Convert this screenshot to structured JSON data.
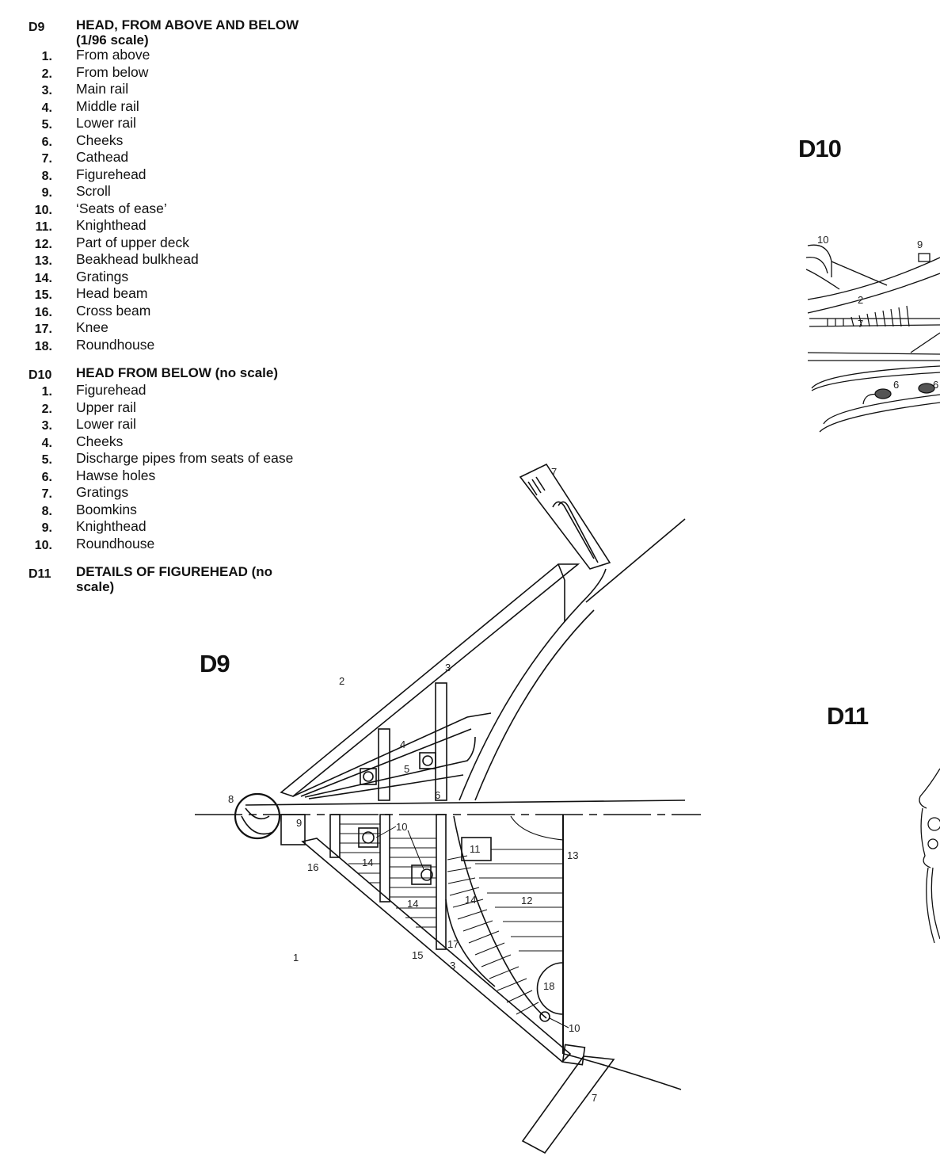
{
  "legend": {
    "sections": [
      {
        "code": "D9",
        "title": "HEAD, FROM ABOVE AND BELOW (1/96 scale)",
        "items": [
          {
            "num": "1.",
            "label": "From above"
          },
          {
            "num": "2.",
            "label": "From below"
          },
          {
            "num": "3.",
            "label": "Main rail"
          },
          {
            "num": "4.",
            "label": "Middle rail"
          },
          {
            "num": "5.",
            "label": "Lower rail"
          },
          {
            "num": "6.",
            "label": "Cheeks"
          },
          {
            "num": "7.",
            "label": "Cathead"
          },
          {
            "num": "8.",
            "label": "Figurehead"
          },
          {
            "num": "9.",
            "label": "Scroll"
          },
          {
            "num": "10.",
            "label": "‘Seats of ease’"
          },
          {
            "num": "11.",
            "label": "Knighthead"
          },
          {
            "num": "12.",
            "label": "Part of upper deck"
          },
          {
            "num": "13.",
            "label": "Beakhead bulkhead"
          },
          {
            "num": "14.",
            "label": "Gratings"
          },
          {
            "num": "15.",
            "label": "Head beam"
          },
          {
            "num": "16.",
            "label": "Cross beam"
          },
          {
            "num": "17.",
            "label": "Knee"
          },
          {
            "num": "18.",
            "label": "Roundhouse"
          }
        ]
      },
      {
        "code": "D10",
        "title": "HEAD FROM BELOW (no scale)",
        "items": [
          {
            "num": "1.",
            "label": "Figurehead"
          },
          {
            "num": "2.",
            "label": "Upper rail"
          },
          {
            "num": "3.",
            "label": "Lower rail"
          },
          {
            "num": "4.",
            "label": "Cheeks"
          },
          {
            "num": "5.",
            "label": "Discharge pipes from seats of ease"
          },
          {
            "num": "6.",
            "label": "Hawse holes"
          },
          {
            "num": "7.",
            "label": "Gratings"
          },
          {
            "num": "8.",
            "label": "Boomkins"
          },
          {
            "num": "9.",
            "label": "Knighthead"
          },
          {
            "num": "10.",
            "label": "Roundhouse"
          }
        ]
      },
      {
        "code": "D11",
        "title": "DETAILS OF FIGUREHEAD (no scale)",
        "items": []
      }
    ]
  },
  "figures": {
    "d9_title": "D9",
    "d10_title": "D10",
    "d11_title": "D11",
    "d9_callouts": {
      "c1": "1",
      "c2": "2",
      "c3a": "3",
      "c3b": "3",
      "c4": "4",
      "c5": "5",
      "c6": "6",
      "c7a": "7",
      "c7b": "7",
      "c8": "8",
      "c9": "9",
      "c10a": "10",
      "c10b": "10",
      "c11": "11",
      "c12": "12",
      "c13": "13",
      "c14a": "14",
      "c14b": "14",
      "c14c": "14",
      "c15": "15",
      "c16": "16",
      "c17": "17",
      "c18": "18"
    },
    "d10_callouts": {
      "c10": "10",
      "c9": "9",
      "c2": "2",
      "c7": "7",
      "c6a": "6",
      "c6b": "6"
    }
  }
}
